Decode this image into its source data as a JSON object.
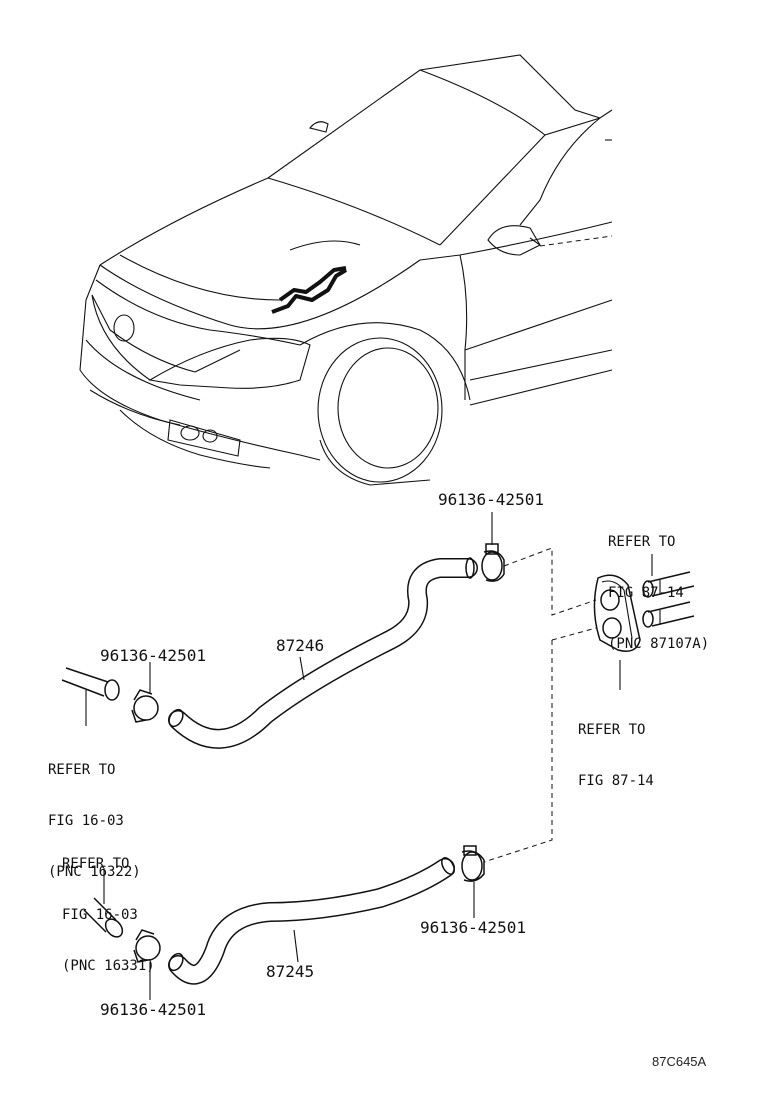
{
  "diagram_code": "87C645A",
  "parts": {
    "hose_upper": "87246",
    "hose_lower": "87245"
  },
  "clamps": {
    "top_right": "96136-42501",
    "upper_left": "96136-42501",
    "lower_right": "96136-42501",
    "lower_left": "96136-42501"
  },
  "references": {
    "valve_inlet": [
      "REFER TO",
      "FIG 87-14",
      "(PNC 87107A)"
    ],
    "valve_body": [
      "REFER TO",
      "FIG 87-14"
    ],
    "engine_upper": [
      "REFER TO",
      "FIG 16-03",
      "(PNC 16322)"
    ],
    "engine_lower": [
      "REFER TO",
      "FIG 16-03",
      "(PNC 16331)"
    ]
  }
}
